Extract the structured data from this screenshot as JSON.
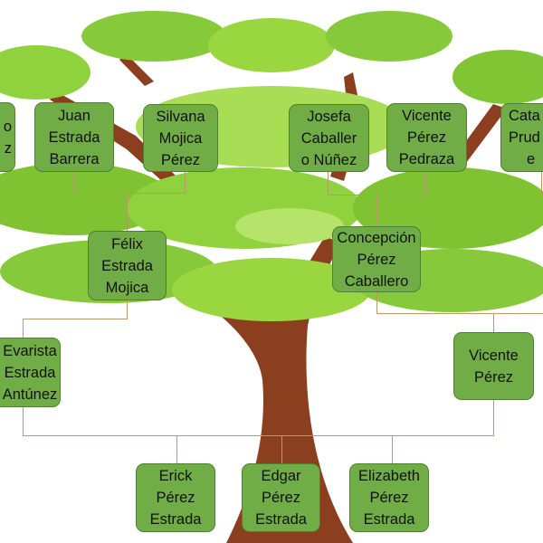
{
  "diagram": {
    "title": "Family tree",
    "colors": {
      "box_fill": "#71ad47",
      "box_border": "#4f7f30",
      "connector": "#b89a6a",
      "trunk": "#8b3f1e",
      "foliage": "#8ed12f"
    },
    "grandparents": [
      {
        "lines": [
          "o",
          "z"
        ]
      },
      {
        "lines": [
          "Juan",
          "Estrada",
          "Barrera"
        ]
      },
      {
        "lines": [
          "Silvana",
          "Mojica",
          "Pérez"
        ]
      },
      {
        "lines": [
          "Josefa",
          "Caballer",
          "o Núñez"
        ]
      },
      {
        "lines": [
          "Vicente",
          "Pérez",
          "Pedraza"
        ]
      },
      {
        "lines": [
          "Cata",
          "Prud",
          "e"
        ]
      }
    ],
    "parents_level": [
      {
        "lines": [
          "Félix",
          "Estrada",
          "Mojica"
        ]
      },
      {
        "lines": [
          "Concepción",
          "Pérez",
          "Caballero"
        ]
      }
    ],
    "parents": [
      {
        "lines": [
          "Evarista",
          "Estrada",
          "Antúnez"
        ]
      },
      {
        "lines": [
          "Vicente",
          "Pérez"
        ]
      }
    ],
    "children": [
      {
        "lines": [
          "Erick",
          "Pérez",
          "Estrada"
        ]
      },
      {
        "lines": [
          "Edgar",
          "Pérez",
          "Estrada"
        ]
      },
      {
        "lines": [
          "Elizabeth",
          "Pérez",
          "Estrada"
        ]
      }
    ]
  }
}
